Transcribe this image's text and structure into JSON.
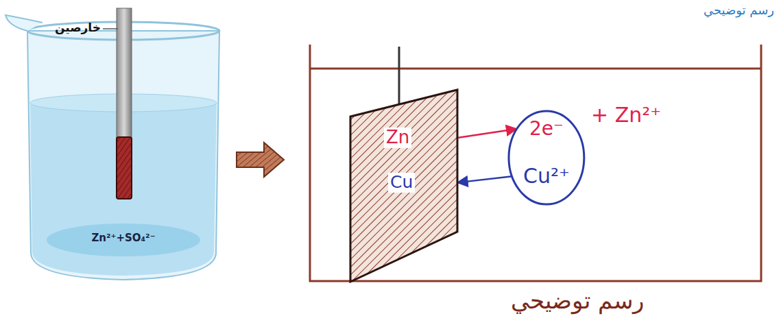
{
  "diagram": {
    "nodes": [
      {
        "text": [
          "Zn",
          "Cu"
        ]
      },
      {
        "text": [
          "2e⁻",
          "Cu²⁺"
        ]
      }
    ],
    "edges": [
      {
        "from": 0,
        "to": 1,
        "arrow": "to"
      },
      {
        "from": 1,
        "to": 0,
        "arrow": "to"
      }
    ],
    "labels": [
      "رسم توضيحي",
      "خارصين",
      "Zn²⁺+SO₄²⁻",
      "+ Zn²⁺",
      "رسم توضيحي"
    ]
  }
}
